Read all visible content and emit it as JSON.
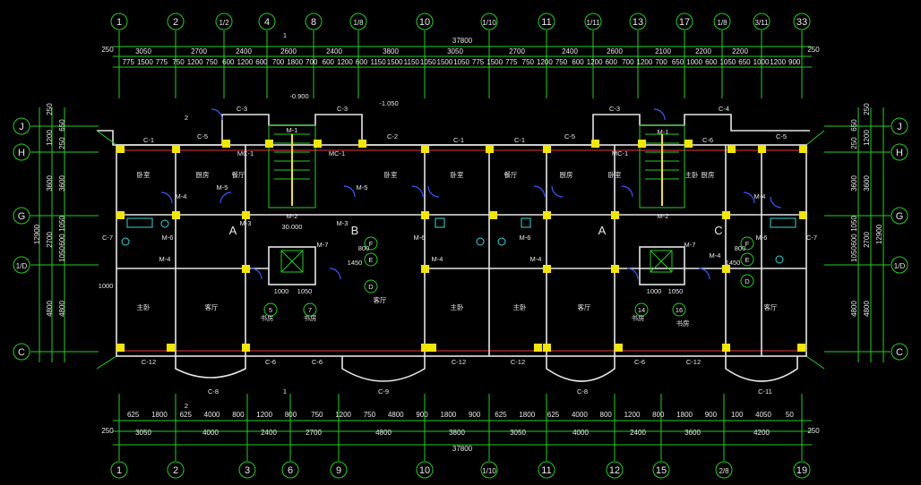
{
  "axes_top": [
    "1",
    "2",
    "1/2",
    "4",
    "8",
    "1/8",
    "10",
    "1/10",
    "11",
    "1/11",
    "13",
    "17",
    "1/8",
    "3/11",
    "33"
  ],
  "axes_bottom": [
    "1",
    "2",
    "3",
    "6",
    "9",
    "10",
    "1/10",
    "11",
    "12",
    "15",
    "2/8",
    "19"
  ],
  "axes_left": [
    "J",
    "H",
    "G",
    "1/D",
    "C"
  ],
  "axes_right": [
    "J",
    "H",
    "G",
    "1/D",
    "C"
  ],
  "dims_top_total": "37800",
  "dims_top_row1": [
    "3050",
    "2700",
    "2400",
    "2600",
    "2400",
    "3800",
    "3050",
    "2700",
    "2400",
    "2600",
    "2100",
    "2200",
    "2200"
  ],
  "dims_top_row2": [
    "775",
    "1500",
    "775",
    "750",
    "1200",
    "750",
    "600",
    "1200",
    "600",
    "700",
    "1800",
    "700",
    "600",
    "1200",
    "600",
    "1150",
    "1500",
    "1150",
    "1050",
    "1500",
    "1050",
    "775",
    "1500",
    "775",
    "750",
    "1200",
    "750",
    "600",
    "1200",
    "600",
    "700",
    "1200",
    "700",
    "650",
    "1000",
    "600",
    "1050",
    "650",
    "1000",
    "1200",
    "900"
  ],
  "dims_bottom_total": "37800",
  "dims_bottom_row1": [
    "625",
    "1800",
    "625",
    "4000",
    "800",
    "1200",
    "800",
    "750",
    "1200",
    "750",
    "4800",
    "900",
    "1800",
    "900",
    "625",
    "1800",
    "625",
    "4000",
    "800",
    "1200",
    "800",
    "1800",
    "900",
    "100",
    "4050",
    "50"
  ],
  "dims_bottom_row2": [
    "3050",
    "4000",
    "2400",
    "2700",
    "4800",
    "3800",
    "3050",
    "4000",
    "2400",
    "3600",
    "4200"
  ],
  "dims_left_outer": "12900",
  "dims_left_rows": [
    "1200",
    "3600",
    "2700",
    "4800"
  ],
  "dims_left_inner": [
    "650",
    "250",
    "3600",
    "1050",
    "600",
    "1050",
    "4800"
  ],
  "dims_right_outer": "12900",
  "dims_right_rows": [
    "1200",
    "3600",
    "2700",
    "4800"
  ],
  "dims_right_inner": [
    "650",
    "250",
    "3600",
    "1050",
    "600",
    "1050",
    "4800"
  ],
  "edge_dims": {
    "tl": "250",
    "tr": "250",
    "bl": "250",
    "br": "250",
    "top_left_small": "250",
    "top_right_small": "250"
  },
  "section_marks": {
    "top_1": "1",
    "top_2": "2",
    "bottom_1": "1",
    "bottom_2": "2"
  },
  "levels": {
    "stair_top": "-0.900",
    "stair_top2": "-1.050",
    "lift": "30.000"
  },
  "unit_labels": [
    "A",
    "B",
    "A",
    "C"
  ],
  "circle_tags": [
    "F",
    "E",
    "D",
    "F",
    "E",
    "D",
    "5",
    "7",
    "14",
    "16"
  ],
  "stair_dims": [
    "1000",
    "1050",
    "1000",
    "1050",
    "1450",
    "800",
    "1450",
    "800",
    "1000"
  ],
  "window_labels_top": [
    "C-1",
    "C-5",
    "C-3",
    "C-3",
    "C-2",
    "C-1",
    "C-1",
    "C-5",
    "C-3",
    "C-4",
    "C-6",
    "C-5"
  ],
  "window_labels_bottom": [
    "C-12",
    "C-6",
    "C-6",
    "C-12",
    "C-12",
    "C-6",
    "C-12"
  ],
  "bay_labels": [
    "C-8",
    "C-9",
    "C-8",
    "C-11"
  ],
  "side_labels": [
    "C-7",
    "C-7"
  ],
  "door_labels": [
    "M-1",
    "M-1",
    "MC-1",
    "MC-1",
    "MC-1",
    "M-5",
    "M-5",
    "M-4",
    "M-4",
    "M-3",
    "M-3",
    "M-2",
    "M-2",
    "M-6",
    "M-6",
    "M-6",
    "M-6",
    "M-7",
    "M-7",
    "M-4",
    "M-4",
    "M-4",
    "M-4"
  ],
  "room_labels": [
    "卧室",
    "厨房",
    "餐厅",
    "卧室",
    "卧室",
    "餐厅",
    "厨房",
    "卧室",
    "主卧",
    "客厅",
    "主卧",
    "主卧",
    "客厅",
    "主卧",
    "客厅",
    "书房",
    "书房",
    "书房",
    "书房",
    "客厅",
    "厨房"
  ]
}
